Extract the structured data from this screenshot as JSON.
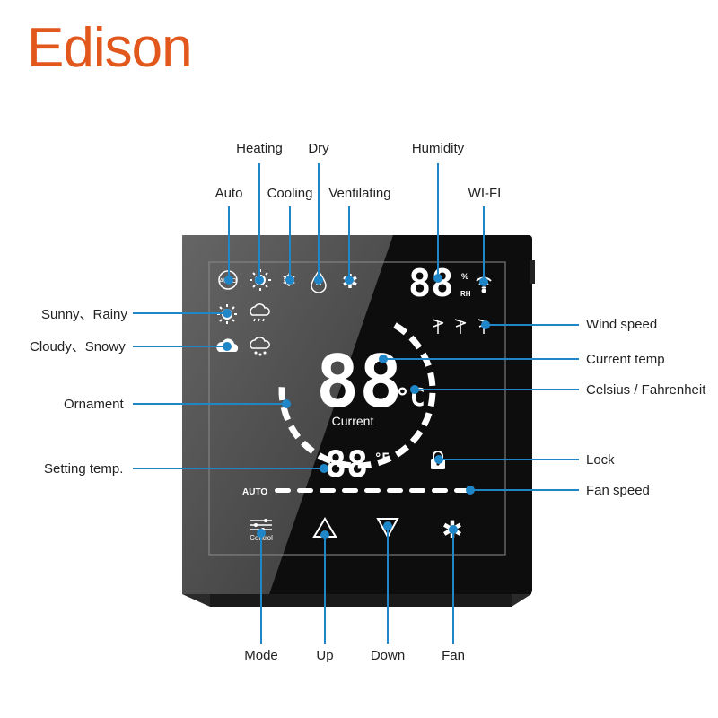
{
  "brand": "Edison",
  "callouts": {
    "heating": "Heating",
    "dry": "Dry",
    "humidity": "Humidity",
    "auto": "Auto",
    "cooling": "Cooling",
    "ventilating": "Ventilating",
    "wifi": "WI-FI",
    "sunny_rainy": "Sunny、Rainy",
    "cloudy_snowy": "Cloudy、Snowy",
    "wind_speed": "Wind speed",
    "current_temp": "Current temp",
    "celsius_fahrenheit": "Celsius / Fahrenheit",
    "ornament": "Ornament",
    "setting_temp": "Setting temp.",
    "lock": "Lock",
    "fan_speed": "Fan speed",
    "mode": "Mode",
    "up": "Up",
    "down": "Down",
    "fan": "Fan"
  },
  "display": {
    "auto_icon_text": "AUTO",
    "humidity_digits": "88",
    "humidity_percent": "%",
    "humidity_rh": "RH",
    "current_digits": "88",
    "current_unit": "°C",
    "current_caption": "Current",
    "setting_digits": "88",
    "setting_unit": "°E",
    "fan_auto": "AUTO",
    "control_caption": "Control"
  },
  "colors": {
    "callout_line": "#1f86c8",
    "brand": "#e2571c",
    "panel": "#111111"
  }
}
